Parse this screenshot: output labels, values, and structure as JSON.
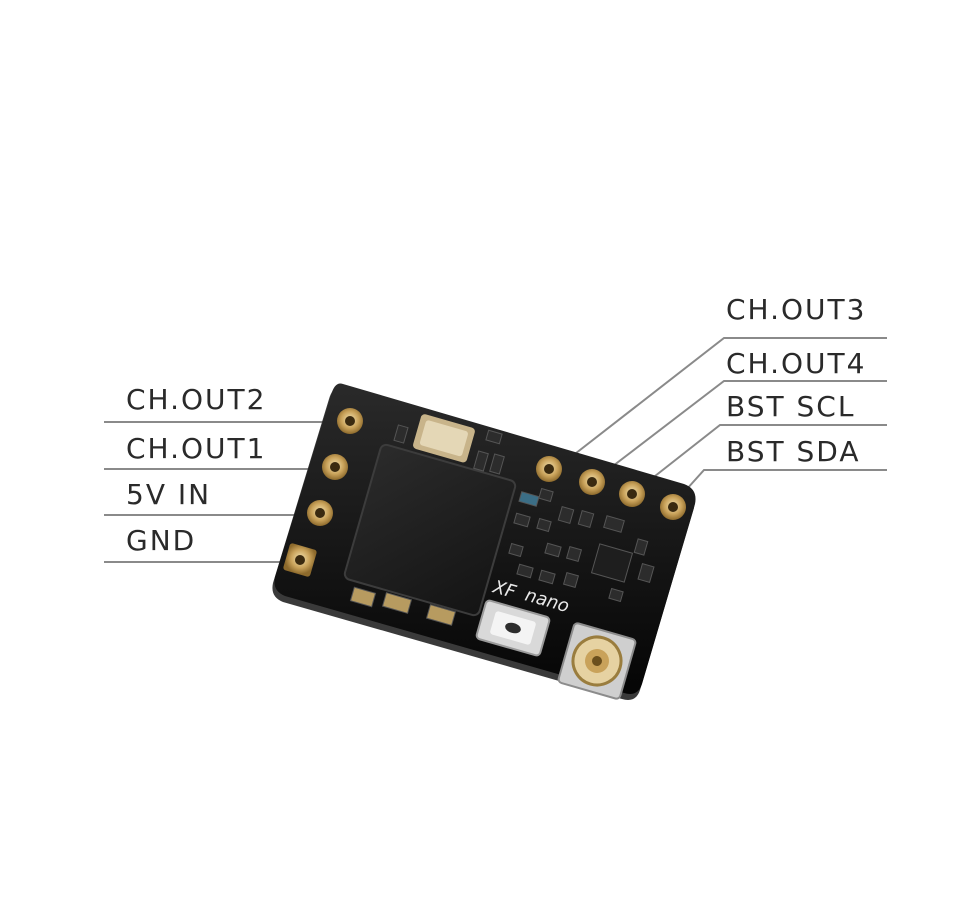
{
  "labels": {
    "left": [
      "CH.OUT2",
      "CH.OUT1",
      "5V IN",
      "GND"
    ],
    "right": [
      "CH.OUT3",
      "CH.OUT4",
      "BST SCL",
      "BST SDA"
    ]
  },
  "board": {
    "brand_text": "XF",
    "model_text": "nano"
  },
  "colors": {
    "pcb": "#111111",
    "pad_gold": "#c9a25a",
    "leader_line": "#8a8a8a",
    "label_text": "#2a2a2a"
  }
}
